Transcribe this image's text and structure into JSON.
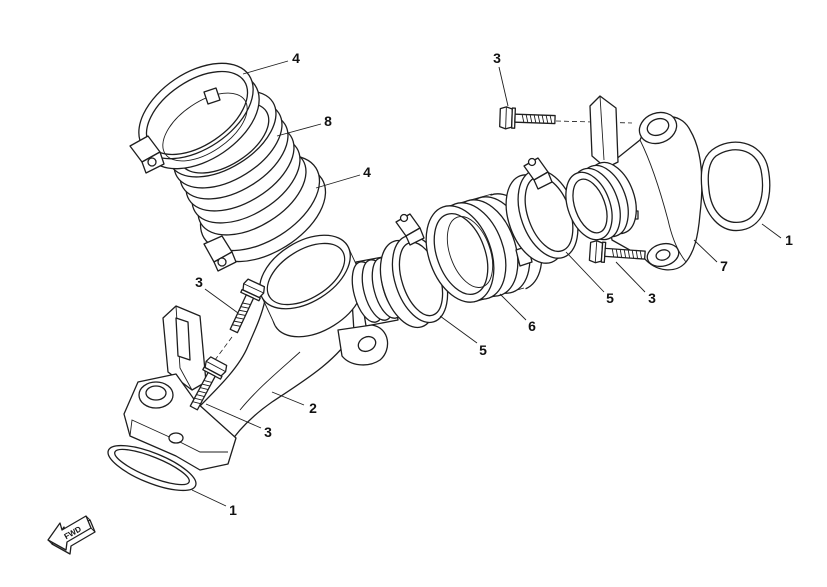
{
  "callouts": {
    "hose_clamp_top": "4",
    "intake_boot": "8",
    "hose_clamp_mid": "4",
    "bolt_top": "3",
    "bolt_left_upper": "3",
    "gasket_right": "1",
    "intake_manifold_right": "7",
    "clamp_right": "5",
    "bolt_right": "3",
    "boot_center": "6",
    "clamp_center": "5",
    "intake_manifold_left": "2",
    "bolt_left_lower": "3",
    "gasket_left": "1"
  },
  "fwd_label": "FWD"
}
